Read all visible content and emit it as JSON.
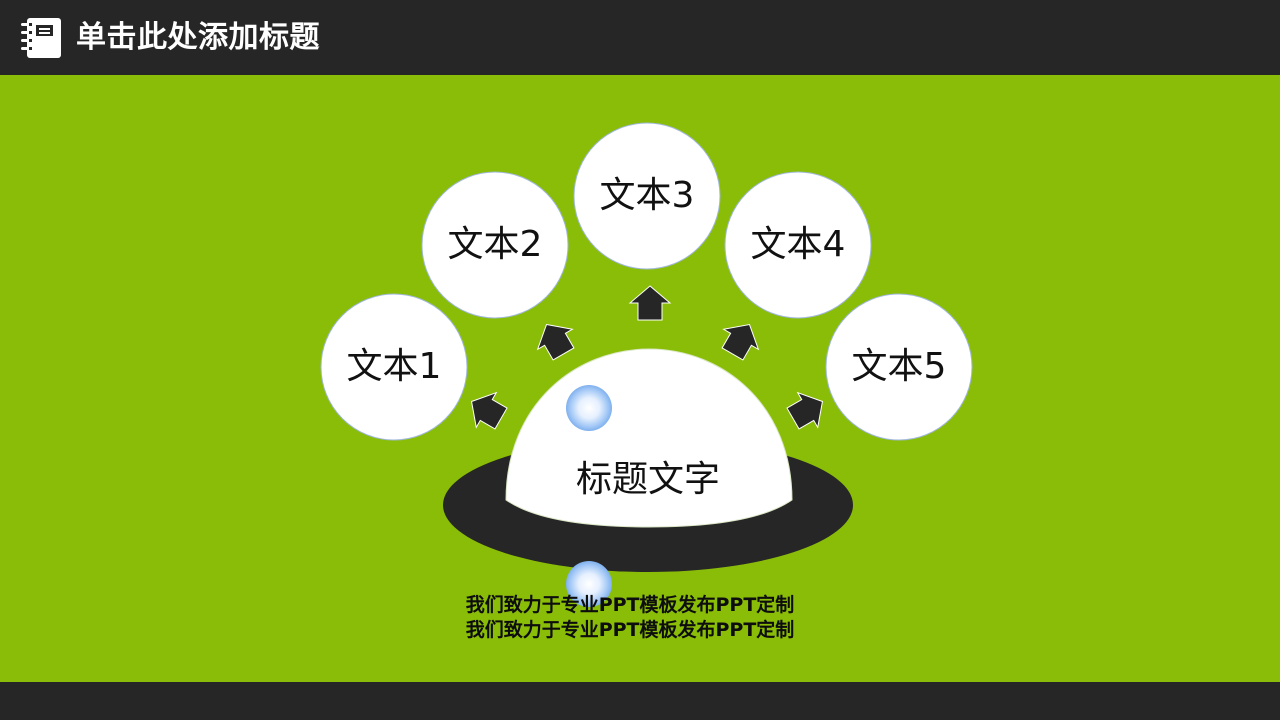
{
  "header": {
    "title": "单击此处添加标题",
    "icon": "notebook-icon"
  },
  "diagram": {
    "center_label": "标题文字",
    "nodes": [
      {
        "label": "文本1"
      },
      {
        "label": "文本2"
      },
      {
        "label": "文本3"
      },
      {
        "label": "文本4"
      },
      {
        "label": "文本5"
      }
    ],
    "captions": [
      "我们致力于专业PPT模板发布PPT定制",
      "我们致力于专业PPT模板发布PPT定制"
    ]
  },
  "colors": {
    "background": "#8abd07",
    "bar": "#262626",
    "circle_fill": "#ffffff",
    "arrow": "#262626",
    "text": "#111111"
  }
}
